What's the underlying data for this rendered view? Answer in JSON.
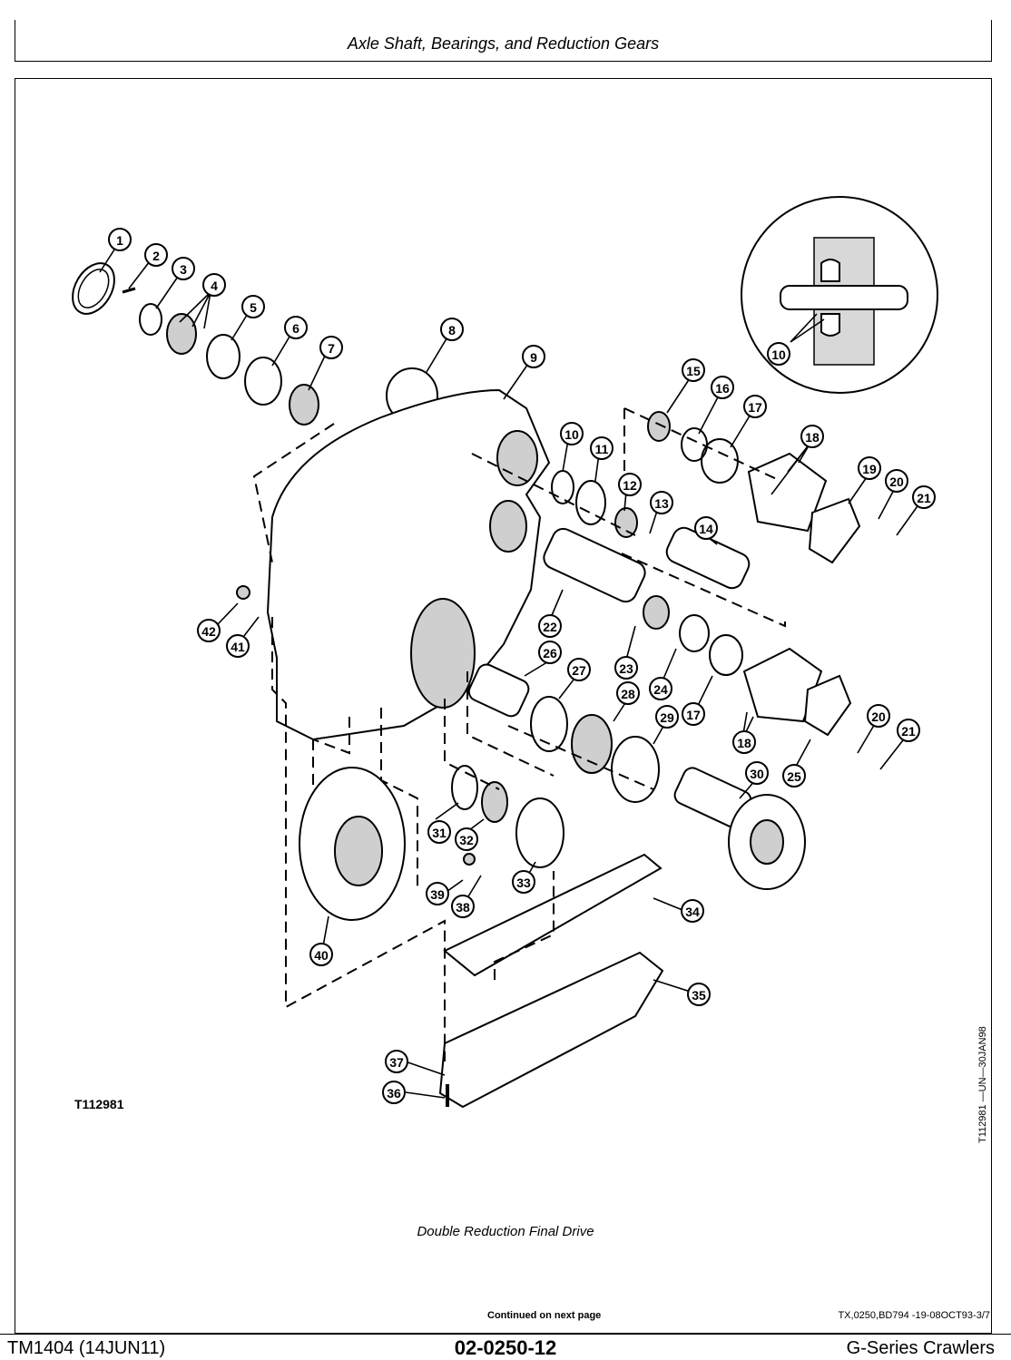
{
  "header": {
    "title": "Axle Shaft, Bearings, and Reduction Gears"
  },
  "figure": {
    "id_label": "T112981",
    "side_code": "T112981 —UN—30JAN98",
    "caption": "Double Reduction Final Drive",
    "callouts": [
      "1",
      "2",
      "3",
      "4",
      "5",
      "6",
      "7",
      "8",
      "9",
      "10",
      "10",
      "11",
      "12",
      "13",
      "14",
      "15",
      "16",
      "17",
      "17",
      "18",
      "18",
      "19",
      "20",
      "20",
      "21",
      "21",
      "22",
      "23",
      "24",
      "25",
      "26",
      "27",
      "28",
      "29",
      "30",
      "31",
      "32",
      "33",
      "34",
      "35",
      "36",
      "37",
      "38",
      "39",
      "40",
      "41",
      "42"
    ]
  },
  "continued": "Continued on next page",
  "doc_code": "TX,0250,BD794 -19-08OCT93-3/7",
  "footer": {
    "left": "TM1404 (14JUN11)",
    "center": "02-0250-12",
    "right": "G-Series Crawlers"
  }
}
